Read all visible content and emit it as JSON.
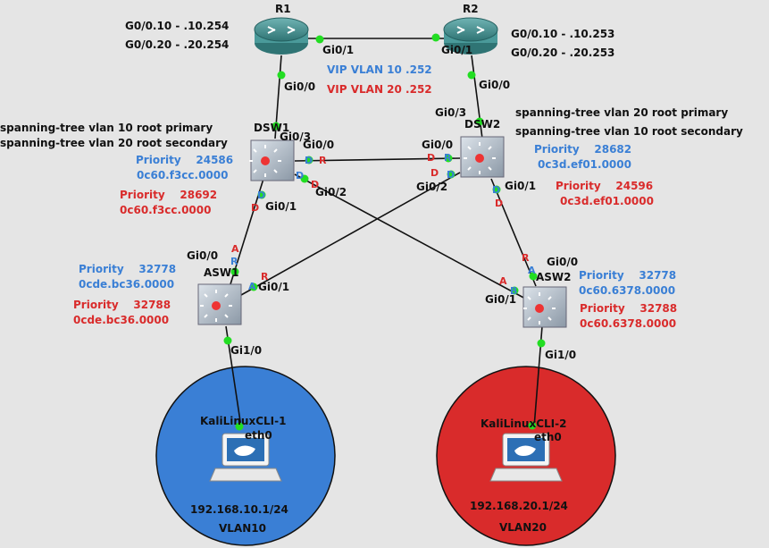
{
  "routers": {
    "r1": {
      "name": "R1",
      "subif1": "G0/0.10 - .10.254",
      "subif2": "G0/0.20 - .20.254"
    },
    "r2": {
      "name": "R2",
      "subif1": "G0/0.10 - .10.253",
      "subif2": "G0/0.20 - .20.253"
    }
  },
  "vip": {
    "vlan10": "VIP VLAN 10 .252",
    "vlan20": "VIP VLAN 20 .252"
  },
  "dsw1": {
    "name": "DSW1",
    "cfg1": "spanning-tree vlan 10 root primary",
    "cfg2": "spanning-tree vlan 20 root secondary",
    "prio10": "Priority    24586",
    "mac10": "0c60.f3cc.0000",
    "prio20": "Priority    28692",
    "mac20": "0c60.f3cc.0000"
  },
  "dsw2": {
    "name": "DSW2",
    "cfg1": "spanning-tree vlan 20 root primary",
    "cfg2": "spanning-tree vlan 10 root secondary",
    "prio10": "Priority    28682",
    "mac10": "0c3d.ef01.0000",
    "prio20": "Priority    24596",
    "mac20": "0c3d.ef01.0000"
  },
  "asw1": {
    "name": "ASW1",
    "prio10": "Priority    32778",
    "mac10": "0cde.bc36.0000",
    "prio20": "Priority    32788",
    "mac20": "0cde.bc36.0000"
  },
  "asw2": {
    "name": "ASW2",
    "prio10": "Priority    32778",
    "mac10": "0c60.6378.0000",
    "prio20": "Priority    32788",
    "mac20": "0c60.6378.0000"
  },
  "hosts": {
    "h1": {
      "name": "KaliLinuxCLI-1",
      "iface": "eth0",
      "ip": "192.168.10.1/24",
      "vlan": "VLAN10"
    },
    "h2": {
      "name": "KaliLinuxCLI-2",
      "iface": "eth0",
      "ip": "192.168.20.1/24",
      "vlan": "VLAN20"
    }
  },
  "ports": {
    "r1_gi01": "Gi0/1",
    "r2_gi01": "Gi0/1",
    "r1_gi00": "Gi0/0",
    "r2_gi00": "Gi0/0",
    "dsw1_gi03": "Gi0/3",
    "dsw1_gi00": "Gi0/0",
    "dsw1_gi02": "Gi0/2",
    "dsw1_gi01": "Gi0/1",
    "dsw2_gi03": "Gi0/3",
    "dsw2_gi00": "Gi0/0",
    "dsw2_gi02": "Gi0/2",
    "dsw2_gi01": "Gi0/1",
    "asw1_gi00": "Gi0/0",
    "asw1_gi01": "Gi0/1",
    "asw1_gi10": "Gi1/0",
    "asw2_gi00": "Gi0/0",
    "asw2_gi01": "Gi0/1",
    "asw2_gi10": "Gi1/0"
  },
  "stp": {
    "D": "D",
    "R": "R",
    "A": "A",
    "B": "B"
  },
  "colors": {
    "background": "#e5e5e5",
    "vlan10": "#3a7fd5",
    "vlan20": "#d92b2b",
    "link_up": "#22dd22",
    "router": "#3d8b8b"
  }
}
